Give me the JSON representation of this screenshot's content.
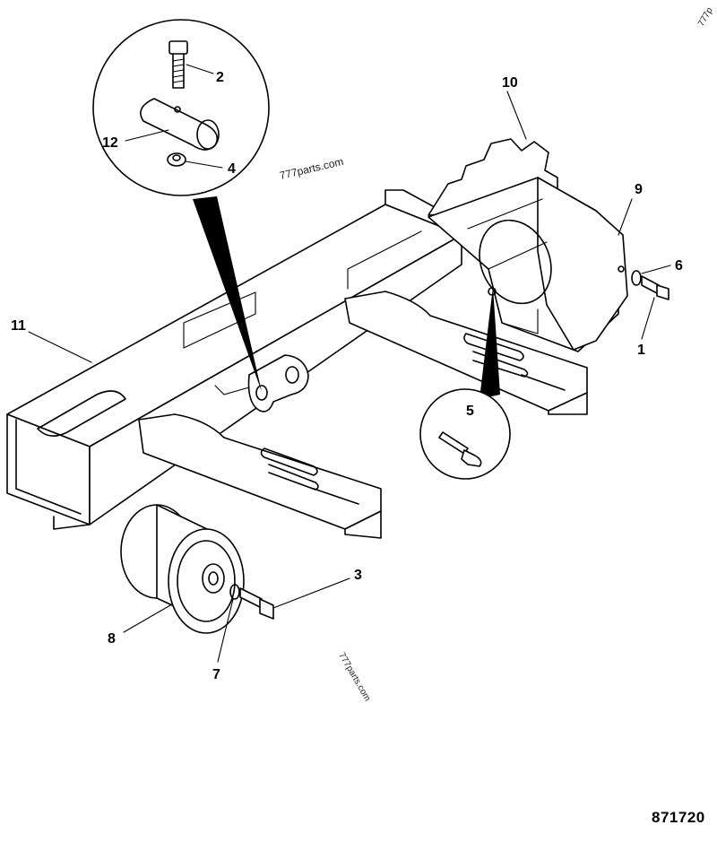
{
  "callouts": {
    "c1": "1",
    "c2": "2",
    "c3": "3",
    "c4": "4",
    "c5": "5",
    "c6": "6",
    "c7": "7",
    "c8": "8",
    "c9": "9",
    "c10": "10",
    "c11": "11",
    "c12": "12"
  },
  "watermarks": {
    "main": "777parts.com",
    "lower": "777parts.com",
    "corner": "777p"
  },
  "drawing_number": "871720"
}
